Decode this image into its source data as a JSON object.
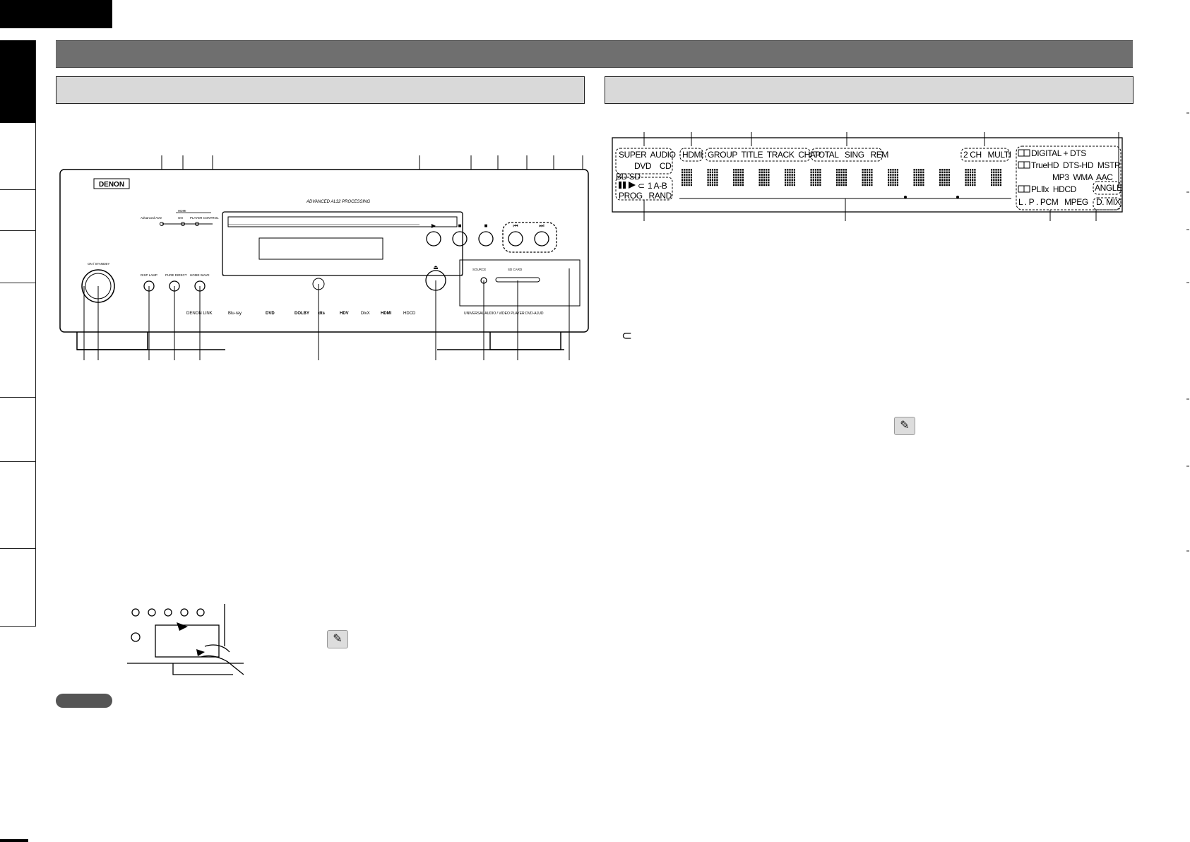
{
  "front_panel": {
    "brand": "DENON",
    "processing_label": "ADVANCED AL32 PROCESSING",
    "labels": {
      "advanced_avd": "Advanced AVD",
      "hdmi": "HDMI",
      "on": "ON",
      "player_control": "PLAYER CONTROL",
      "on_standby": "ON / STANDBY",
      "disp_lamp": "DISP LAMP",
      "pure_direct": "PURE DIRECT",
      "home_wave": "HOME WAVE",
      "source": "SOURCE",
      "sd_card": "SD CARD",
      "model": "UNIVERSAL AUDIO / VIDEO PLAYER DVD-A1UD"
    },
    "logos": [
      "DENON LINK",
      "Blu-ray",
      "DVD",
      "DOLBY",
      "dts",
      "HDV",
      "DivX",
      "HDMI",
      "HDCD"
    ]
  },
  "display_panel": {
    "indicators": {
      "super_audio": "SUPER  AUDIO",
      "dvd_cd": "DVD    CD",
      "bd_sd": "BD SD",
      "hdmi": "HDMI",
      "group_row": "GROUP  TITLE  TRACK  CHAP",
      "total_row": "TOTAL   SING   REM",
      "ch_row": "2 CH   MULTI",
      "play_row": "1 A-B",
      "prog_rand": "PROG   RAND",
      "digital_dts": "DIGITAL + DTS",
      "truehd": "TrueHD  DTS-HD  MSTR",
      "mp3_row": "MP3  WMA  AAC",
      "angle": "ANGLE",
      "pl2x": "PLⅡx  HDCD",
      "lpcm": "L . P . PCM   MPEG",
      "dmix": "D. MIX"
    }
  },
  "icons": {
    "repeat": "repeat-icon",
    "note_pencil": "pencil-note-icon"
  }
}
